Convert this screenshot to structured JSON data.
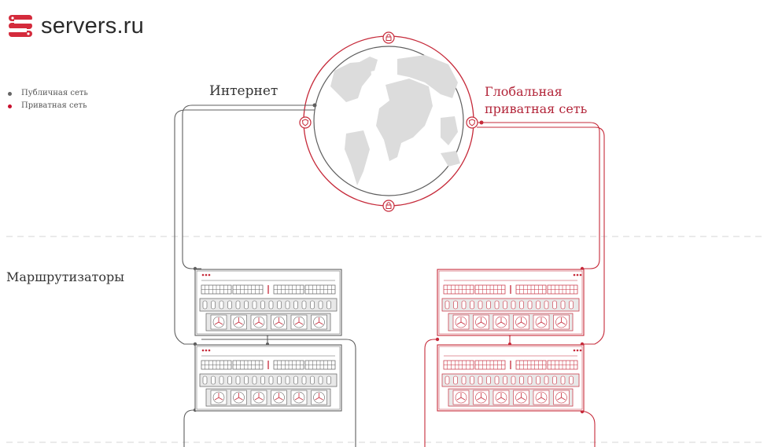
{
  "brand": {
    "name": "servers.ru",
    "accent_color": "#d42b3c"
  },
  "legend": {
    "items": [
      {
        "label": "Публичная сеть",
        "color": "#666666"
      },
      {
        "label": "Приватная сеть",
        "color": "#c8102e"
      }
    ]
  },
  "labels": {
    "internet": "Интернет",
    "global_private_line1": "Глобальная",
    "global_private_line2": "приватная сеть",
    "routers": "Маршрутизаторы"
  },
  "colors": {
    "public_line": "#5f5f5f",
    "private_line": "#c62a3a",
    "continents": "#dcdcdc",
    "divider": "#d6d6d6"
  },
  "globe": {
    "icons": [
      "lock-icon",
      "shield-icon",
      "lock-icon",
      "shield-icon"
    ]
  },
  "racks": {
    "left_count": 2,
    "right_count": 2
  }
}
